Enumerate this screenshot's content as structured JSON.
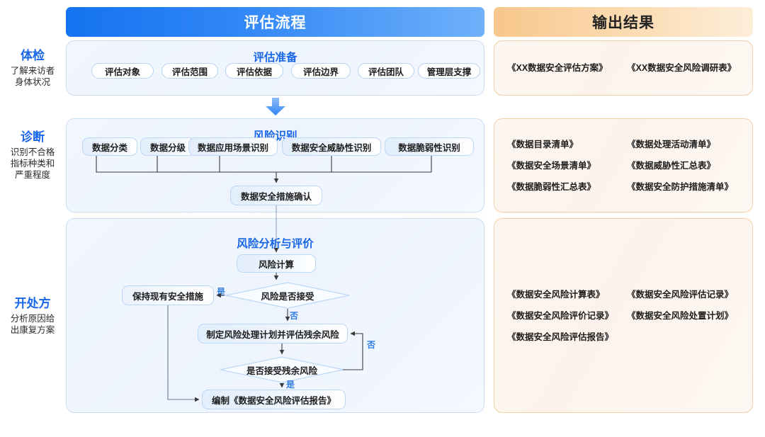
{
  "headers": {
    "flow": "评估流程",
    "output": "输出结果"
  },
  "colors": {
    "header_blue_start": "#1573f0",
    "header_blue_end": "#6fb0fa",
    "header_orange_start": "#f7c78c",
    "header_orange_end": "#fdeed9",
    "panel_blue_fill": "#f2f7fe",
    "panel_blue_border": "#c9ddf7",
    "panel_orange_fill": "#fdf6f0",
    "panel_orange_border": "#f3cfa9",
    "title_blue": "#1866e8",
    "label_blue": "#2f7de0",
    "text_dark": "#1d1d1d"
  },
  "stages": [
    {
      "title": "体检",
      "desc_lines": [
        "了解来访者",
        "身体状况"
      ]
    },
    {
      "title": "诊断",
      "desc_lines": [
        "识别不合格",
        "指标种类和",
        "严重程度"
      ]
    },
    {
      "title": "开处方",
      "desc_lines": [
        "分析原因给",
        "出康复方案"
      ]
    }
  ],
  "sections": [
    {
      "title": "评估准备",
      "pills": [
        "评估对象",
        "评估范围",
        "评估依据",
        "评估边界",
        "评估团队",
        "管理层支撑"
      ]
    },
    {
      "title": "风险识别",
      "boxes": [
        "数据分类",
        "数据分级",
        "数据应用场景识别",
        "数据安全威胁性识别",
        "数据脆弱性识别"
      ],
      "confirm_box": "数据安全措施确认"
    },
    {
      "title": "风险分析与评价",
      "nodes": {
        "risk_calc": "风险计算",
        "keep_measures": "保持现有安全措施",
        "risk_accept_decision": "风险是否接受",
        "treatment_plan": "制定风险处理计划并评估残余风险",
        "residual_decision": "是否接受残余风险",
        "final_report": "编制《数据安全风险评估报告》"
      },
      "edge_labels": {
        "accept_yes": "是",
        "accept_no": "否",
        "residual_no": "否",
        "residual_yes": "是"
      }
    }
  ],
  "outputs": [
    {
      "rows": [
        [
          "《XX数据安全评估方案》",
          "《XX数据安全风险调研表》"
        ]
      ]
    },
    {
      "rows": [
        [
          "《数据目录清单》",
          "《数据处理活动清单》"
        ],
        [
          "《数据安全场景清单》",
          "《数据威胁性汇总表》"
        ],
        [
          "《数据脆弱性汇总表》",
          "《数据安全防护措施清单》"
        ]
      ]
    },
    {
      "rows": [
        [
          "《数据安全风险计算表》",
          "《数据安全风险评估记录》"
        ],
        [
          "《数据安全风险评价记录》",
          "《数据安全风险处置计划》"
        ],
        [
          "《数据安全风险评估报告》",
          ""
        ]
      ]
    }
  ]
}
